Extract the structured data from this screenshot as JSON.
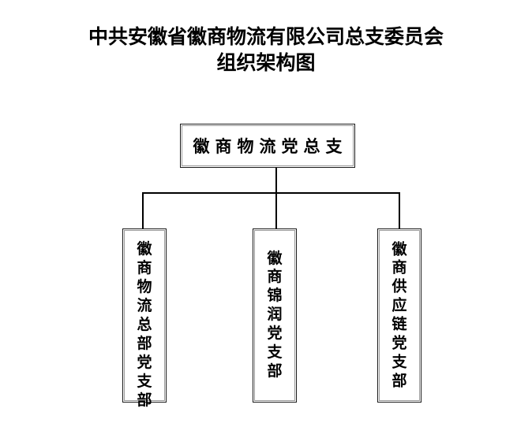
{
  "document": {
    "background_color": "#ffffff",
    "text_color": "#000000"
  },
  "title": {
    "line1": "中共安徽省徽商物流有限公司总支委员会",
    "line2": "组织架构图"
  },
  "chart": {
    "type": "org-chart",
    "root": {
      "id": "huishang-logistics-party-general-branch",
      "label": "徽商物流党总支",
      "orientation": "horizontal"
    },
    "children": [
      {
        "id": "logistics-hq-party-branch",
        "label": "徽商物流总部党支部",
        "orientation": "vertical",
        "char_count": 9
      },
      {
        "id": "jinrun-party-branch",
        "label": "徽商锦润党支部",
        "orientation": "vertical",
        "char_count": 7
      },
      {
        "id": "supply-chain-party-branch",
        "label": "徽商供应链党支部",
        "orientation": "vertical",
        "char_count": 8
      }
    ],
    "connector_color": "#000000",
    "box_border_color": "#1a1a1a",
    "box_inner_border_color": "#9a9a9a",
    "box_fill_color": "#ffffff"
  }
}
